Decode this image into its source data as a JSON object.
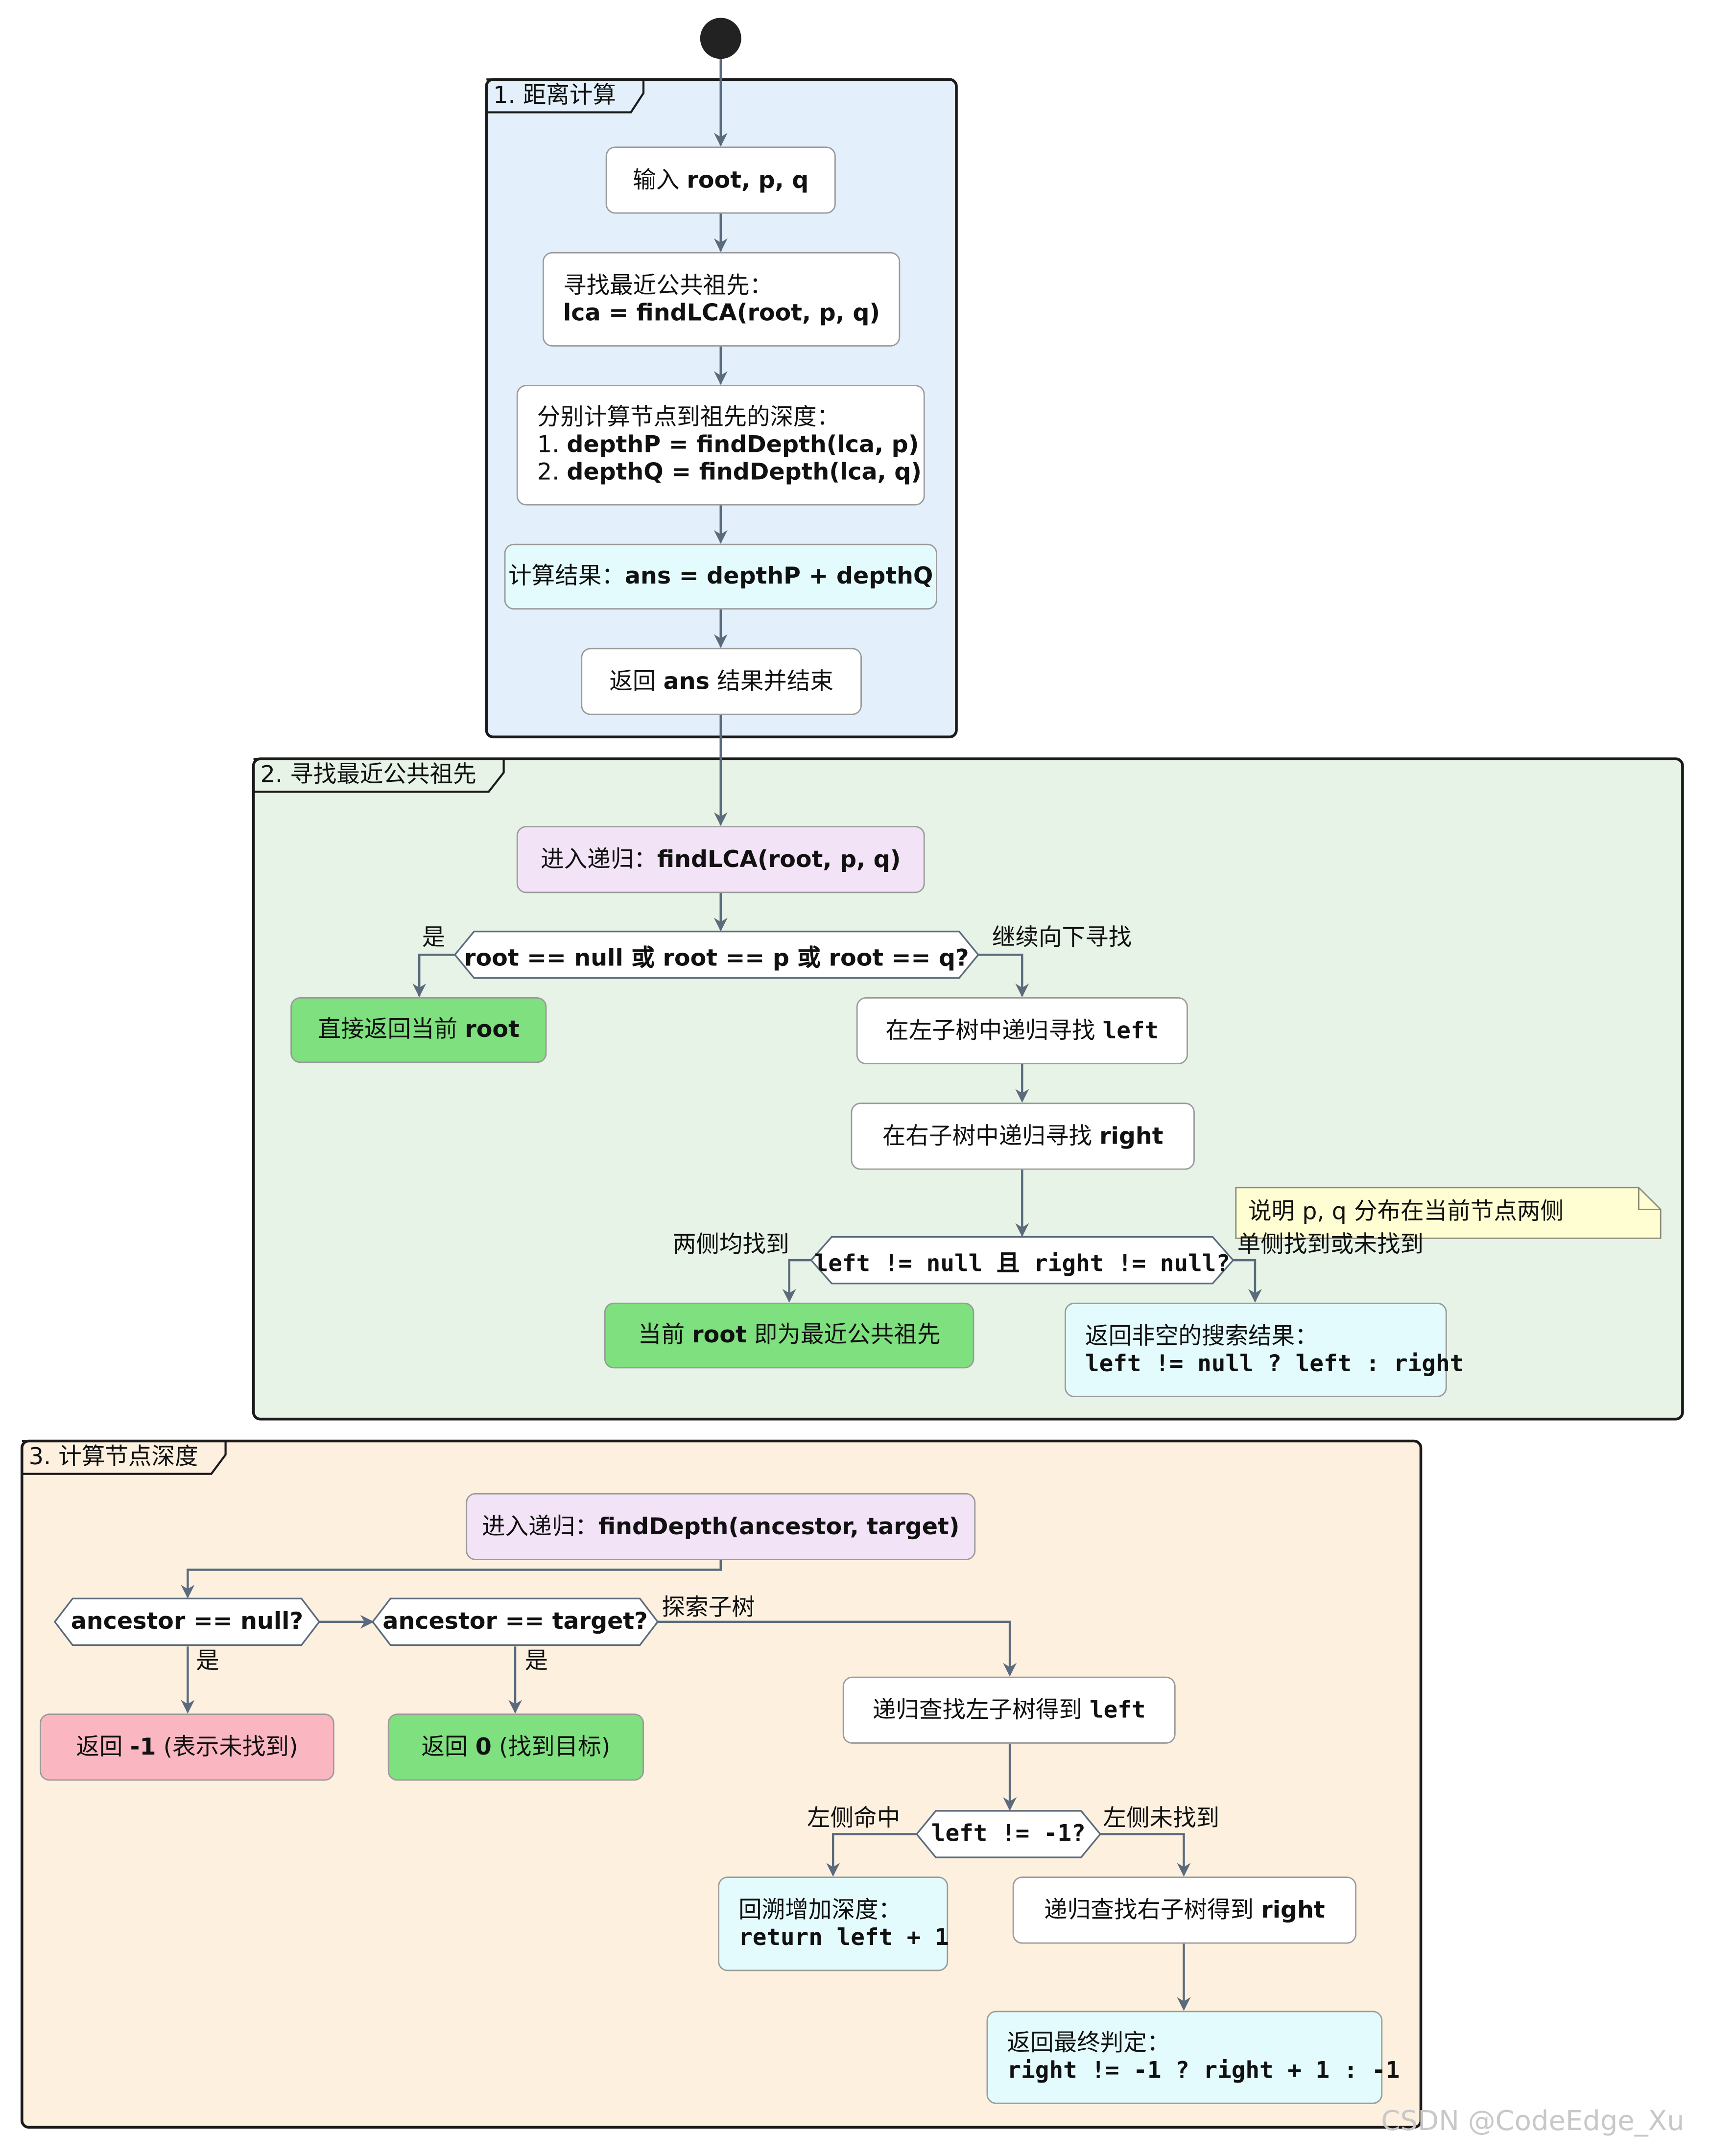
{
  "diagram": {
    "sections": [
      {
        "title": "1. 距离计算",
        "fill": "#e3f0fb"
      },
      {
        "title": "2. 寻找最近公共祖先",
        "fill": "#e6f3e6"
      },
      {
        "title": "3. 计算节点深度",
        "fill": "#fdf0df"
      }
    ],
    "s1": {
      "input_prefix": "输入 ",
      "input_vars": "root, p, q",
      "lca_line1": "寻找最近公共祖先：",
      "lca_line2": "lca = findLCA(root, p, q)",
      "depth_line1": "分别计算节点到祖先的深度：",
      "depth_line2_num": "1. ",
      "depth_line2": "depthP = findDepth(lca, p)",
      "depth_line3_num": "2. ",
      "depth_line3": "depthQ = findDepth(lca, q)",
      "calc_prefix": "计算结果：",
      "calc_expr": "ans = depthP + depthQ",
      "return_prefix": "返回 ",
      "return_var": "ans",
      "return_suffix": " 结果并结束"
    },
    "s2": {
      "enter_prefix": "进入递归：",
      "enter_call": "findLCA(root, p, q)",
      "cond1": "root == null 或 root == p 或 root == q?",
      "yes1": "是",
      "continue": "继续向下寻找",
      "direct_prefix": "直接返回当前 ",
      "direct_var": "root",
      "left_prefix": "在左子树中递归寻找 ",
      "left_var": "left",
      "right_prefix": "在右子树中递归寻找 ",
      "right_var": "right",
      "note": "说明 p, q 分布在当前节点两侧",
      "both": "两侧均找到",
      "cond2": "left != null 且 right != null?",
      "single": "单侧找到或未找到",
      "current_prefix": "当前 ",
      "current_var": "root",
      "current_suffix": " 即为最近公共祖先",
      "nonnull_line1": "返回非空的搜索结果：",
      "nonnull_line2": "left != null ? left : right"
    },
    "s3": {
      "enter_prefix": "进入递归：",
      "enter_call": "findDepth(ancestor, target)",
      "cond_null": "ancestor == null?",
      "cond_target": "ancestor == target?",
      "yes_a": "是",
      "yes_b": "是",
      "explore": "探索子树",
      "ret_neg_prefix": "返回 ",
      "ret_neg_val": "-1",
      "ret_neg_suffix": " (表示未找到)",
      "ret_zero_prefix": "返回 ",
      "ret_zero_val": "0",
      "ret_zero_suffix": " (找到目标)",
      "left_search_prefix": "递归查找左子树得到 ",
      "left_search_var": "left",
      "cond_left": "left != -1?",
      "left_hit": "左侧命中",
      "left_miss": "左侧未找到",
      "backtrack_line1": "回溯增加深度：",
      "backtrack_line2": "return left + 1",
      "right_search_prefix": "递归查找右子树得到 ",
      "right_search_var": "right",
      "final_line1": "返回最终判定：",
      "final_line2": "right != -1 ? right + 1 : -1"
    },
    "watermark": "CSDN @CodeEdge_Xu",
    "colors": {
      "lavender": "#f3e3f6",
      "green": "#7ee07e",
      "cyan": "#e3fbfc",
      "pink": "#fab6c1",
      "note": "#fefed2",
      "edge": "#5a6b7d"
    }
  }
}
